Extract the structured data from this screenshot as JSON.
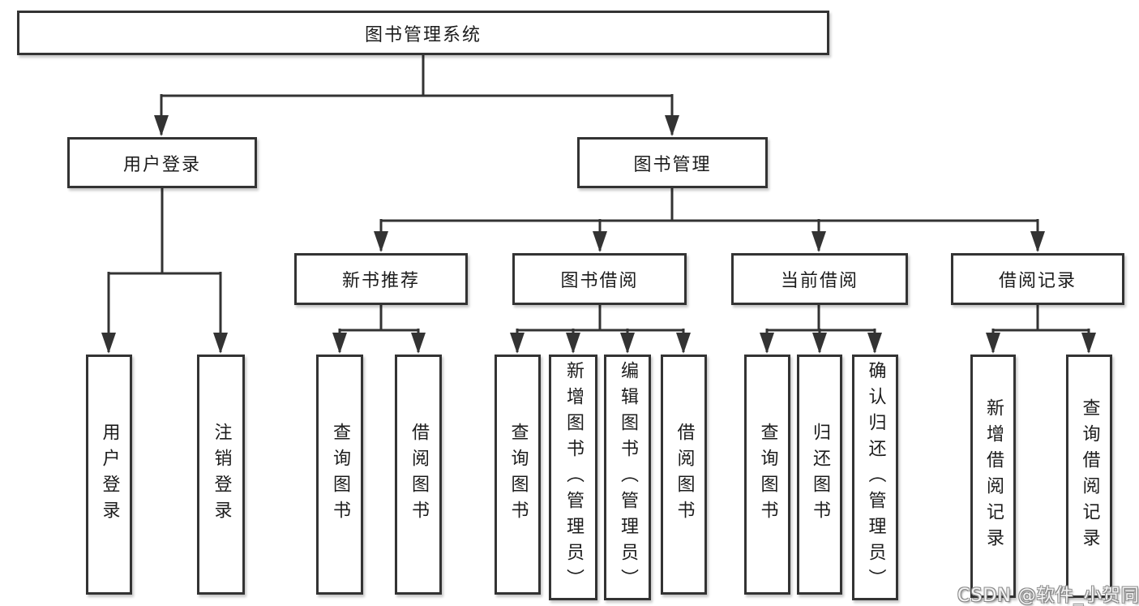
{
  "diagram": {
    "root": {
      "label": "图书管理系统"
    },
    "level2": [
      {
        "label": "用户登录",
        "children": [
          {
            "label": "用户登录"
          },
          {
            "label": "注销登录"
          }
        ]
      },
      {
        "label": "图书管理",
        "children": [
          {
            "label": "新书推荐",
            "children": [
              {
                "label": "查询图书"
              },
              {
                "label": "借阅图书"
              }
            ]
          },
          {
            "label": "图书借阅",
            "children": [
              {
                "label": "查询图书"
              },
              {
                "label": "新增图书（管理员）"
              },
              {
                "label": "编辑图书（管理员）"
              },
              {
                "label": "借阅图书"
              }
            ]
          },
          {
            "label": "当前借阅",
            "children": [
              {
                "label": "查询图书"
              },
              {
                "label": "归还图书"
              },
              {
                "label": "确认归还（管理员）"
              }
            ]
          },
          {
            "label": "借阅记录",
            "children": [
              {
                "label": "新增借阅记录"
              },
              {
                "label": "查询借阅记录"
              }
            ]
          }
        ]
      }
    ]
  },
  "watermark": {
    "text": "CSDN @软件_小贺同学"
  },
  "colors": {
    "line": "#333333",
    "box_border": "#333333",
    "text": "#1c1c1c",
    "background": "#ffffff",
    "watermark_fill": "#f5f5f5",
    "watermark_outline": "#8a8a8a"
  }
}
